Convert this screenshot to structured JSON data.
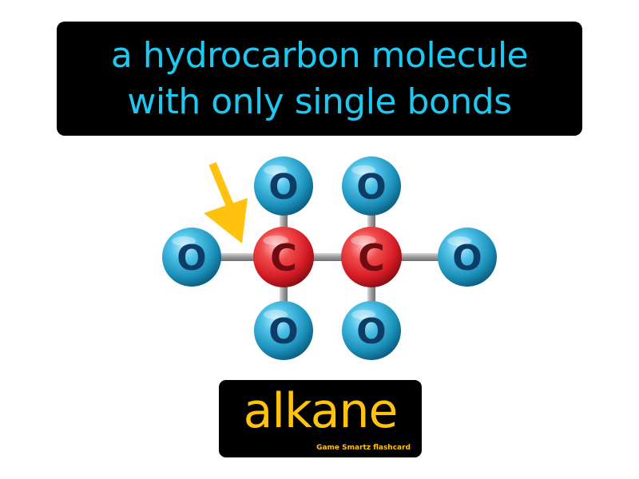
{
  "definition": {
    "line1": "a hydrocarbon molecule",
    "line2": "with only single bonds"
  },
  "molecule": {
    "carbon_symbol": "C",
    "hydrogen_symbol": "O"
  },
  "term": {
    "word": "alkane",
    "brand": "Game Smartz flashcard"
  },
  "colors": {
    "definition_text": "#1ec8f0",
    "term_text": "#ffc20e",
    "carbon_atom": "#d41a24",
    "outer_atom": "#1a8fb8",
    "arrow": "#ffc20e"
  }
}
